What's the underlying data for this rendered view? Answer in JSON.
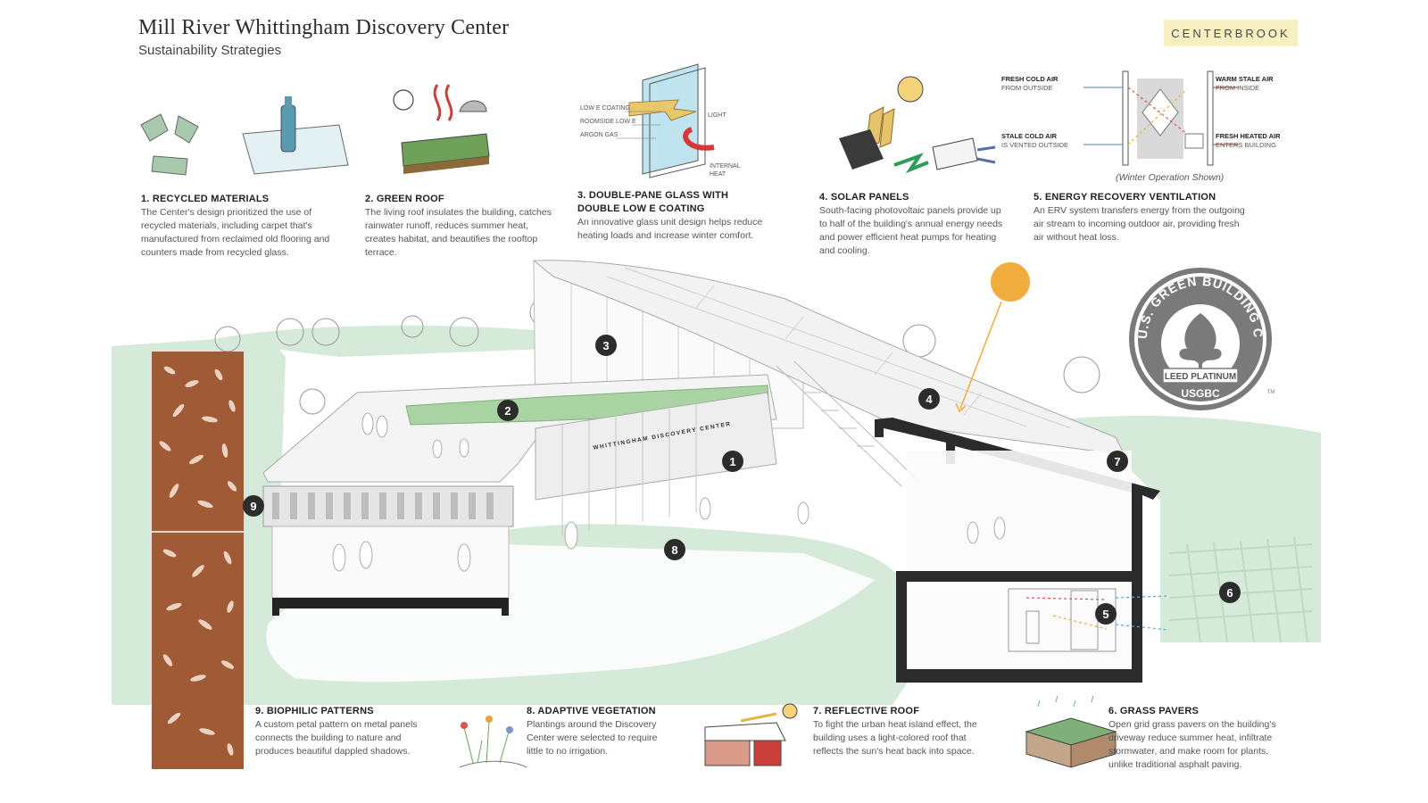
{
  "header": {
    "title": "Mill River Whittingham Discovery Center",
    "subtitle": "Sustainability Strategies",
    "logo": "CENTERBROOK"
  },
  "strategies": {
    "recycled": {
      "heading": "1. RECYCLED MATERIALS",
      "body": "The Center's design prioritized the use of recycled materials, including carpet that's manufactured from reclaimed old flooring and counters made from recycled glass."
    },
    "green_roof": {
      "heading": "2. GREEN ROOF",
      "body": "The living roof insulates the building, catches rainwater runoff, reduces summer heat, creates habitat, and beautifies the rooftop terrace."
    },
    "glass": {
      "heading": "3. DOUBLE-PANE GLASS WITH DOUBLE LOW E COATING",
      "body": "An innovative glass unit design helps reduce heating loads and increase winter comfort."
    },
    "solar": {
      "heading": "4. SOLAR PANELS",
      "body": "South-facing photovoltaic panels provide up to half of the building's annual energy needs and power efficient heat pumps for heating and cooling."
    },
    "erv": {
      "heading": "5. ENERGY RECOVERY VENTILATION",
      "body": "An ERV system transfers energy from the outgoing air stream to incoming outdoor air, providing fresh air without heat loss."
    },
    "pavers": {
      "heading": "6. GRASS PAVERS",
      "body": "Open grid grass pavers on the building's driveway reduce summer heat, infiltrate stormwater, and make room for plants, unlike traditional asphalt paving."
    },
    "reflective": {
      "heading": "7. REFLECTIVE ROOF",
      "body": "To fight the urban heat island effect, the building uses a light-colored roof that reflects the sun's heat back into space."
    },
    "vegetation": {
      "heading": "8. ADAPTIVE VEGETATION",
      "body": "Plantings around the Discovery Center were selected to require little to no irrigation."
    },
    "biophilic": {
      "heading": "9. BIOPHILIC PATTERNS",
      "body": "A custom petal pattern on metal panels connects the building to nature and produces beautiful dappled shadows."
    }
  },
  "glass_labels": {
    "low_e": "LOW E COATING",
    "roomside": "ROOMSIDE LOW E",
    "argon": "ARGON GAS",
    "light": "LIGHT",
    "internal_heat": "INTERNAL HEAT"
  },
  "erv_labels": {
    "fresh_cold_title": "FRESH COLD AIR",
    "fresh_cold_sub": "FROM OUTSIDE",
    "stale_cold_title": "STALE COLD AIR",
    "stale_cold_sub": "IS VENTED OUTSIDE",
    "warm_stale_title": "WARM STALE AIR",
    "warm_stale_sub": "FROM INSIDE",
    "fresh_heated_title": "FRESH HEATED AIR",
    "fresh_heated_sub": "ENTERS BUILDING",
    "winter_note": "(Winter Operation Shown)"
  },
  "building_sign": "WHITTINGHAM DISCOVERY CENTER",
  "leed_badge": {
    "ring_text": "U.S. GREEN BUILDING COUNCIL",
    "level": "LEED PLATINUM",
    "org": "USGBC",
    "tm": "TM"
  },
  "markers": [
    "1",
    "2",
    "3",
    "4",
    "5",
    "6",
    "7",
    "8",
    "9"
  ],
  "colors": {
    "lawn": "#d6ead9",
    "corten": "#a05a35",
    "sun": "#f0ac3c",
    "marker": "#2c2c2c",
    "logo_bg": "#f7efc0",
    "leed_gray": "#7a7a7a"
  }
}
